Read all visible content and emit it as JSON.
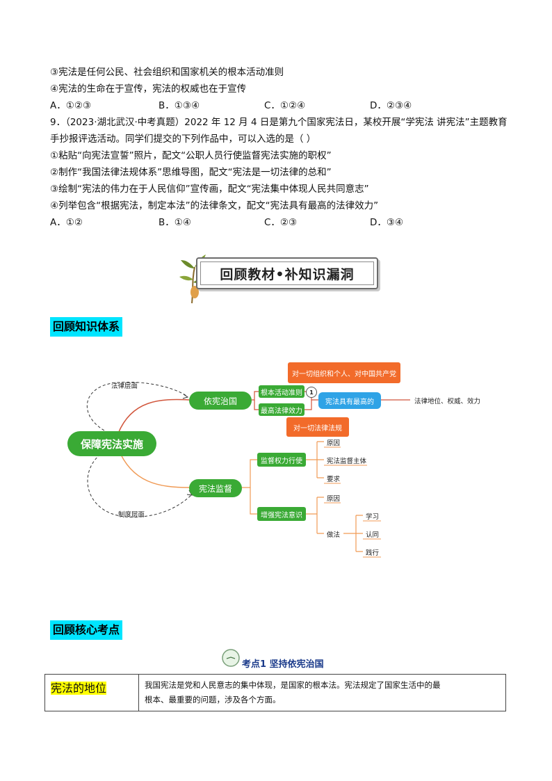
{
  "question8": {
    "item3": "③宪法是任何公民、社会组织和国家机关的根本活动准则",
    "item4": "④宪法的生命在于宣传，宪法的权威也在于宣传",
    "optA": "A．①②③",
    "optB": "B．①③④",
    "optC": "C．①②④",
    "optD": "D．②③④"
  },
  "question9": {
    "stem1": "9．（2023·湖北武汉·中考真题）2022 年 12 月 4 日是第九个国家宪法日，某校开展“学宪法 讲宪法”主题教育",
    "stem2": "手抄报评选活动。同学们提交的下列作品中，可以入选的是（     ）",
    "item1": "①粘贴“向宪法宣誓”照片，配文“公职人员行使监督宪法实施的职权”",
    "item2": "②制作“我国法律法规体系”思维导图，配文“宪法是一切法律的总和”",
    "item3": "③绘制“宪法的伟力在于人民信仰”宣传画，配文“宪法集中体现人民共同意志”",
    "item4": "④列举包含“根据宪法，制定本法”的法律条文，配文“宪法具有最高的法律效力”",
    "optA": "A．①②",
    "optB": "B．①④",
    "optC": "C．②③",
    "optD": "D．③④"
  },
  "banner": {
    "text": "回顾教材•补知识漏洞"
  },
  "section1": {
    "title": "回顾知识体系"
  },
  "mindmap": {
    "root": "保障宪法实施",
    "branch1": "依宪治国",
    "branch2": "宪法监督",
    "legal_level": "法律层面",
    "system_level": "制度层面",
    "b1_child1": "根本活动准则",
    "b1_child2": "最高法律效力",
    "badge": "1",
    "top_note": "对一切组织和个人、对中国共产党",
    "bottom_note": "对一切法律法规",
    "highest": "宪法具有最高的",
    "highest_detail": "法律地位、权威、效力",
    "b2_child1": "监督权力行使",
    "b2_child2": "增强宪法意识",
    "s1_leaf1": "原因",
    "s1_leaf2": "宪法监督主体",
    "s1_leaf3": "要求",
    "s2_leaf1": "原因",
    "s2_leaf2": "做法",
    "do1": "学习",
    "do2": "认同",
    "do3": "践行"
  },
  "section2": {
    "title": "回顾核心考点"
  },
  "keypoint": {
    "title": "考点1  坚持依宪治国",
    "row_label": "宪法的地位",
    "row_text1": "我国宪法是党和人民意志的集中体现，是国家的根本法。宪法规定了国家生活中的最",
    "row_text2": "根本、最重要的问题，涉及各个方面。"
  },
  "colors": {
    "green": "#3aaa35",
    "orange": "#f26b2a",
    "blue": "#2fa3e6",
    "cyan": "#00e5ff"
  }
}
